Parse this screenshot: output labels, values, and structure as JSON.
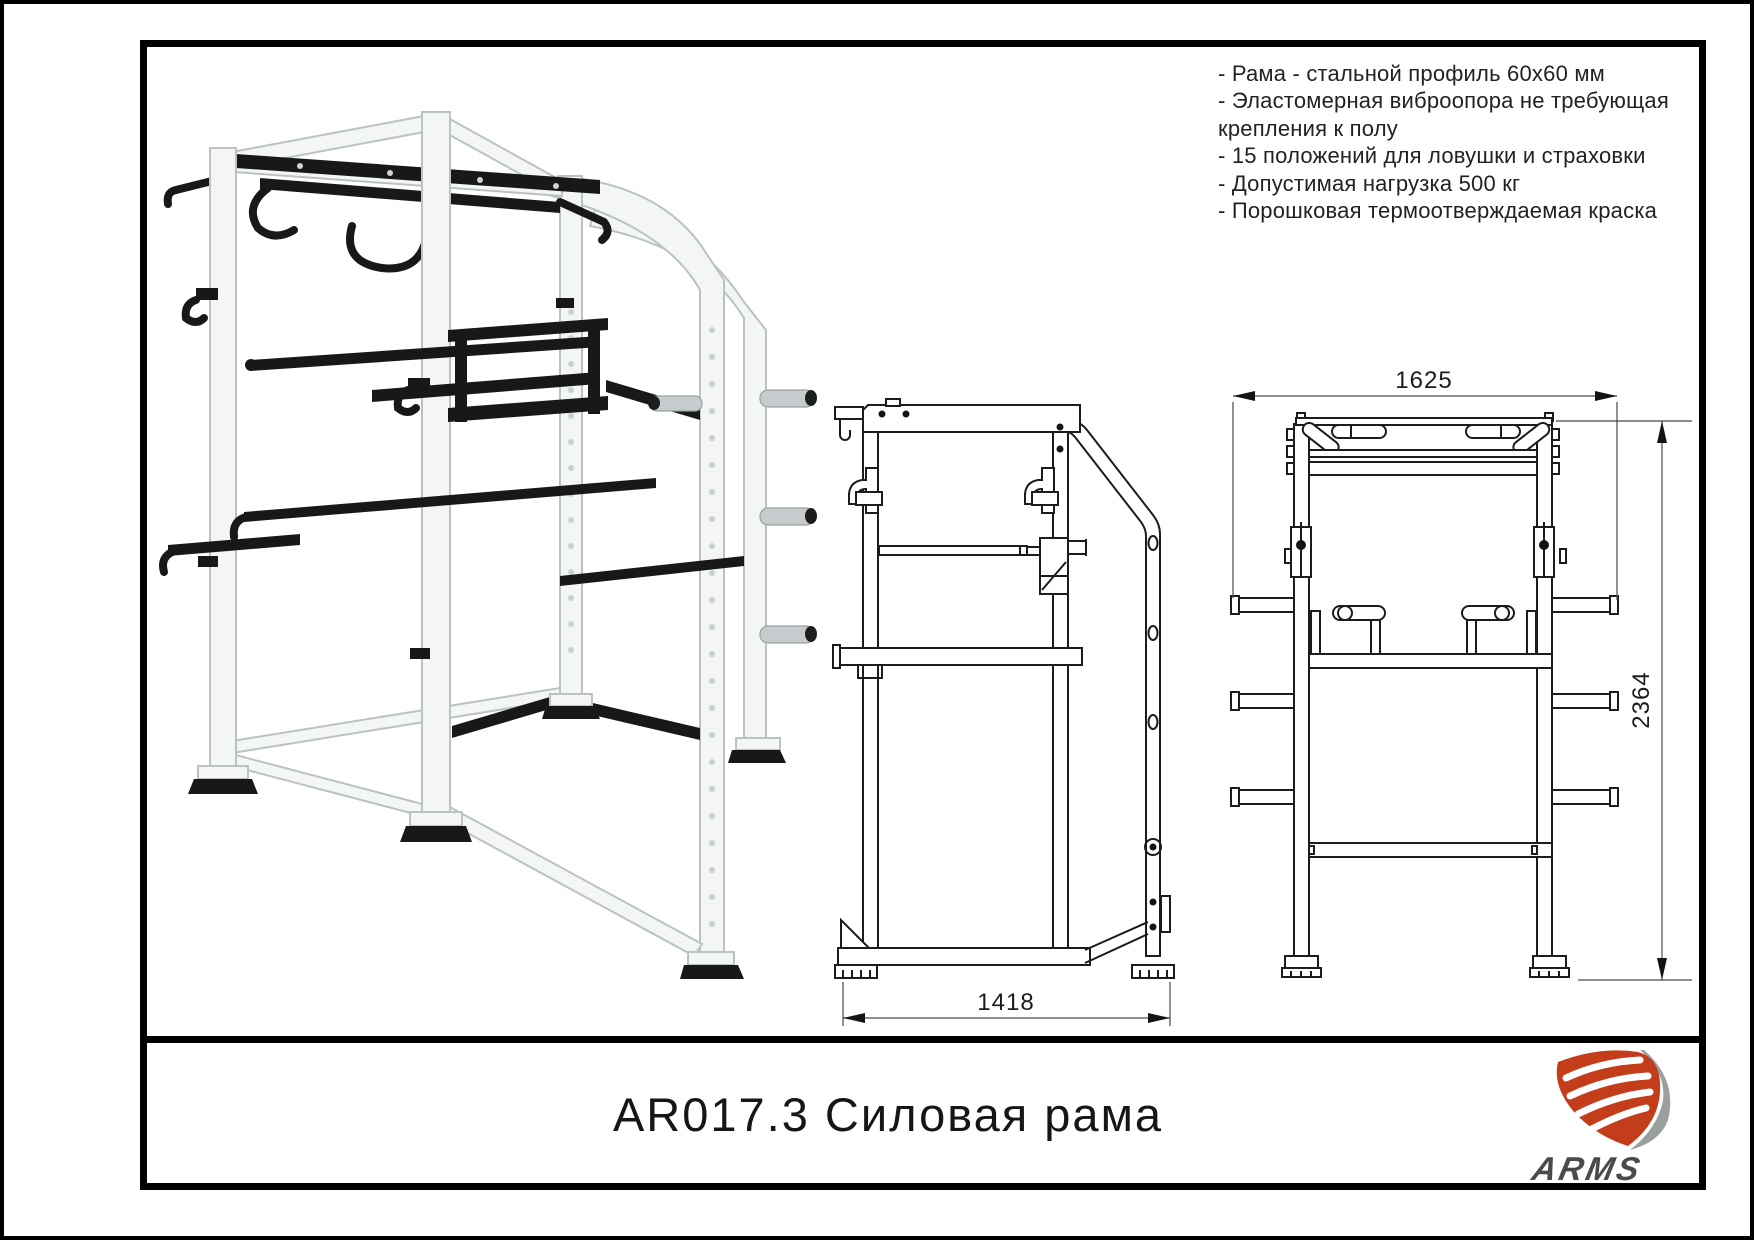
{
  "page": {
    "title": "AR017.3 Силовая рама",
    "brand": "ARMS"
  },
  "specs": {
    "lines": [
      "- Рама - стальной профиль 60х60 мм",
      "- Эластомерная виброопора не требующая",
      "крепления к полу",
      "- 15 положений для ловушки и страховки",
      "- Допустимая нагрузка 500 кг",
      "- Порошковая термоотверждаемая краска"
    ]
  },
  "drawings": {
    "side_view": {
      "width_mm": "1418"
    },
    "front_view": {
      "width_mm": "1625",
      "height_mm": "2364"
    }
  },
  "colors": {
    "logo_red": "#c43d1b",
    "logo_gray": "#9aa0a0",
    "logo_text": "#4a4a4a",
    "drawing_line": "#1c1c1c"
  }
}
